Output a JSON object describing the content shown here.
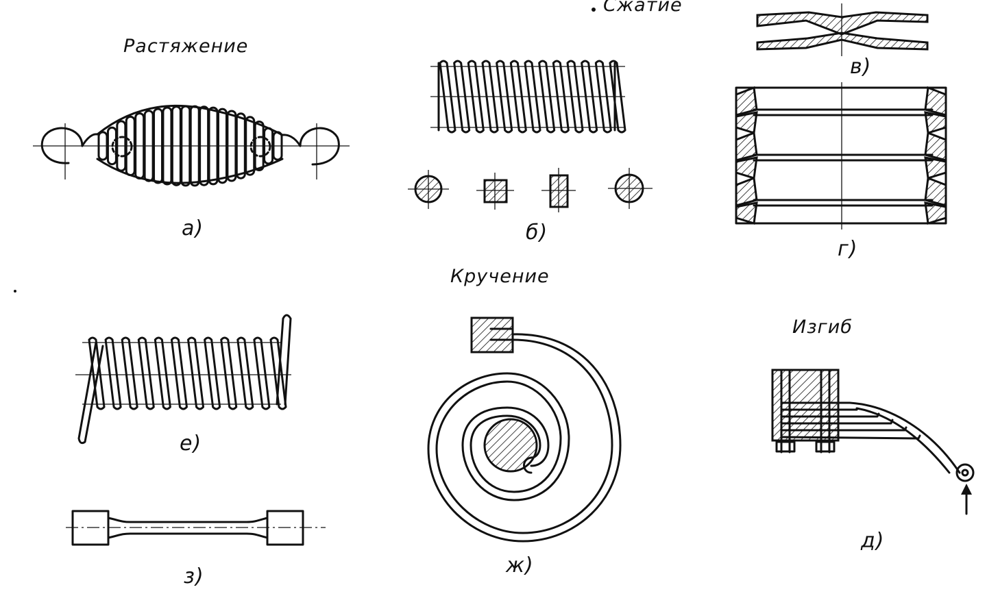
{
  "titles": {
    "tension": "Растяжение",
    "compression": "Сжатие",
    "torsion": "Кручение",
    "bending": "Изгиб"
  },
  "captions": {
    "a": "а)",
    "b": "б)",
    "v": "в)",
    "g": "г)",
    "d": "д)",
    "e": "е)",
    "zh": "ж)",
    "z": "з)"
  },
  "colors": {
    "ink": "#111111",
    "paper": "#ffffff"
  }
}
